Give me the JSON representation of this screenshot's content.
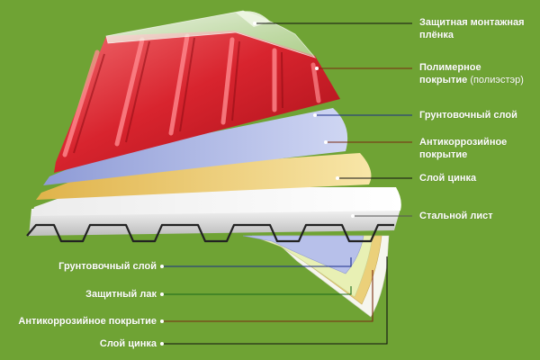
{
  "colors": {
    "background": "#6fa334",
    "protective_film": "#d8ecc6",
    "polymer": "#d8242e",
    "primer": "#9aa6dd",
    "anticorrosion": "#e8c35a",
    "zinc": "#f0f0e6",
    "steel": "#dadada",
    "varnish": "#e6f0a0"
  },
  "labels_right": [
    {
      "lines": [
        "Защитная монтажная",
        "плёнка"
      ]
    },
    {
      "lines": [
        "Полимерное",
        "покрытие"
      ],
      "sub": "(полиэстэр)"
    },
    {
      "lines": [
        "Грунтовочный слой"
      ]
    },
    {
      "lines": [
        "Антикоррозийное",
        "покрытие"
      ]
    },
    {
      "lines": [
        "Слой цинка"
      ]
    },
    {
      "lines": [
        "Стальной лист"
      ]
    }
  ],
  "labels_left": [
    {
      "text": "Грунтовочный слой"
    },
    {
      "text": "Защитный лак"
    },
    {
      "text": "Антикоррозийное покрытие"
    },
    {
      "text": "Слой цинка"
    }
  ]
}
